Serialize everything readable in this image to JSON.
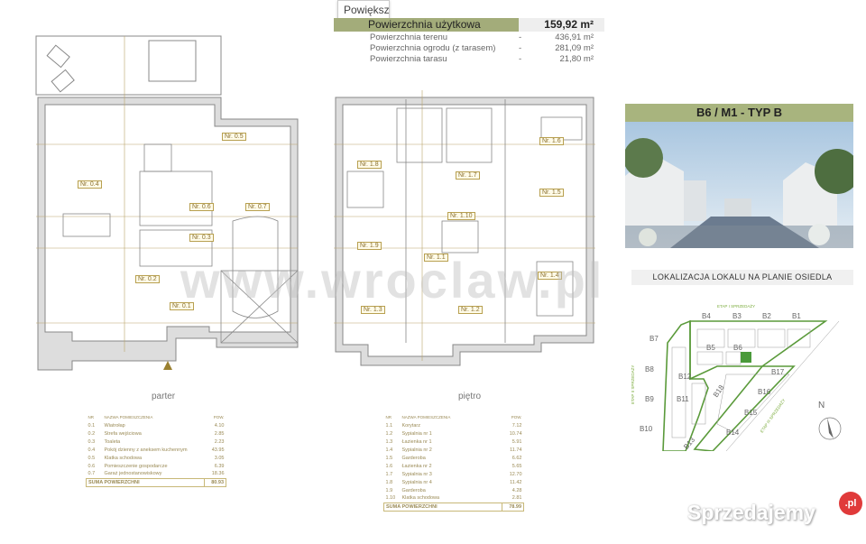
{
  "toolbar": {
    "zoom_label": "Powiększ"
  },
  "summary": {
    "main_label": "Powierzchnia użytkowa",
    "main_value": "159,92 m²",
    "rows": [
      {
        "label": "Powierzchnia terenu",
        "dash": "-",
        "value": "436,91 m²"
      },
      {
        "label": "Powierzchnia ogrodu (z tarasem)",
        "dash": "-",
        "value": "281,09 m²"
      },
      {
        "label": "Powierzchnia tarasu",
        "dash": "-",
        "value": "21,80 m²"
      }
    ]
  },
  "ground_floor": {
    "name": "parter",
    "room_labels": [
      "Nr. 0.4",
      "Nr. 0.5",
      "Nr. 0.6",
      "Nr. 0.7",
      "Nr. 0.3",
      "Nr. 0.2",
      "Nr. 0.1"
    ],
    "table": {
      "headers": [
        "NR",
        "NAZWA POMIESZCZENIA",
        "POW."
      ],
      "rows": [
        [
          "0.1",
          "Wiatrołap",
          "4.10"
        ],
        [
          "0.2",
          "Strefa wejściowa",
          "2.85"
        ],
        [
          "0.3",
          "Toaleta",
          "2.23"
        ],
        [
          "0.4",
          "Pokój dzienny z aneksem kuchennym",
          "43.95"
        ],
        [
          "0.5",
          "Klatka schodowa",
          "3.05"
        ],
        [
          "0.6",
          "Pomieszczenie gospodarcze",
          "6.39"
        ],
        [
          "0.7",
          "Garaż jednostanowiskowy",
          "18.36"
        ]
      ],
      "total_label": "SUMA POWIERZCHNI",
      "total_value": "80.93"
    }
  },
  "first_floor": {
    "name": "piętro",
    "room_labels": [
      "Nr. 1.6",
      "Nr. 1.8",
      "Nr. 1.7",
      "Nr. 1.5",
      "Nr. 1.10",
      "Nr. 1.9",
      "Nr. 1.1",
      "Nr. 1.4",
      "Nr. 1.3",
      "Nr. 1.2"
    ],
    "table": {
      "headers": [
        "NR",
        "NAZWA POMIESZCZENIA",
        "POW."
      ],
      "rows": [
        [
          "1.1",
          "Korytarz",
          "7.12"
        ],
        [
          "1.2",
          "Sypialnia nr 1",
          "10.74"
        ],
        [
          "1.3",
          "Łazienka nr 1",
          "5.91"
        ],
        [
          "1.4",
          "Sypialnia nr 2",
          "11.74"
        ],
        [
          "1.5",
          "Garderoba",
          "6.62"
        ],
        [
          "1.6",
          "Łazienka nr 2",
          "5.65"
        ],
        [
          "1.7",
          "Sypialnia nr 3",
          "12.70"
        ],
        [
          "1.8",
          "Sypialnia nr 4",
          "11.42"
        ],
        [
          "1.9",
          "Garderoba",
          "4.28"
        ],
        [
          "1.10",
          "Klatka schodowa",
          "2.81"
        ]
      ],
      "total_label": "SUMA POWIERZCHNI",
      "total_value": "78.99"
    }
  },
  "unit": {
    "title": "B6 / M1 - TYP B"
  },
  "location": {
    "title": "LOKALIZACJA LOKALU NA PLANIE OSIEDLA",
    "etap1": "ETAP I SPRZEDAŻY",
    "etap2": "ETAP II SPRZEDAŻY",
    "etap3": "ETAP III SPRZEDAŻY",
    "north": "N",
    "buildings": [
      "B1",
      "B2",
      "B3",
      "B4",
      "B5",
      "B6",
      "B7",
      "B8",
      "B9",
      "B10",
      "B11",
      "B12",
      "B13",
      "B14",
      "B15",
      "B16",
      "B17",
      "B18"
    ],
    "highlight": "B6",
    "colors": {
      "accent": "#5a9a3a",
      "banner": "#a8b47e"
    }
  },
  "watermark": "www.wroclaw.pl",
  "logo": {
    "text": "Sprzedajemy",
    ".pl": ".pl",
    "suffix": ".pl"
  }
}
